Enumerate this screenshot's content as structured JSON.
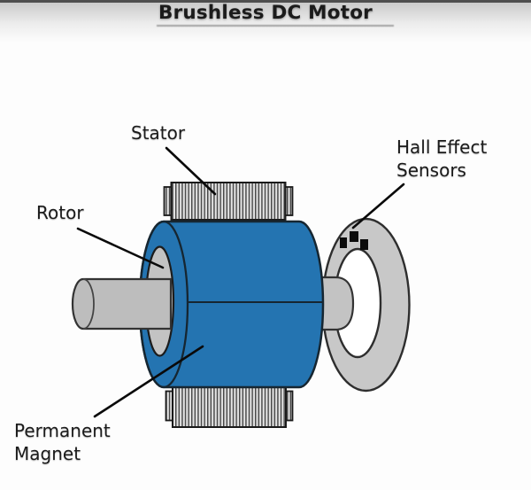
{
  "title": "Brushless DC Motor",
  "labels": {
    "stator": "Stator",
    "rotor": "Rotor",
    "hall_effect_sensors": "Hall Effect\nSensors",
    "permanent_magnet": "Permanent\nMagnet"
  },
  "colors": {
    "motor_blue": "#2474B1",
    "outline": "#162631",
    "ink": "#0a0a0a",
    "text_ink": "#1b1b1b",
    "metal_gray": "#bdbdbd",
    "ring_gray": "#c8c8c8",
    "inner_gray": "#c3c3c3",
    "stator_fill": "#e4e4e4",
    "hatch_line": "#4a4a4a",
    "sensor_black": "#0b0b0b",
    "top_bar": "#4e4e4e"
  }
}
